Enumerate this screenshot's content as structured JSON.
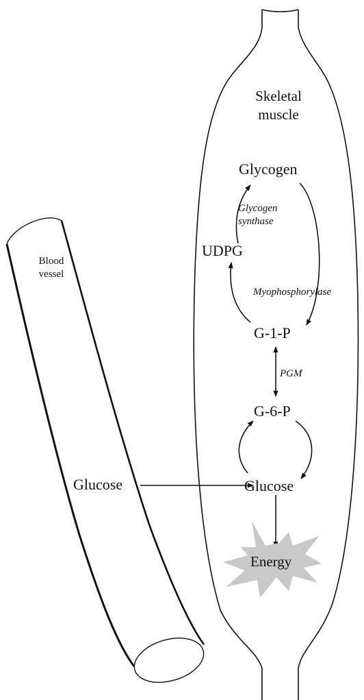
{
  "labels": {
    "skeletal_muscle_line1": "Skeletal",
    "skeletal_muscle_line2": "muscle",
    "blood_vessel_line1": "Blood",
    "blood_vessel_line2": "vessel",
    "glycogen": "Glycogen",
    "glycogen_synthase_line1": "Glycogen",
    "glycogen_synthase_line2": "synthase",
    "udpg": "UDPG",
    "myophosphorylase": "Myophosphorylase",
    "g1p": "G-1-P",
    "pgm": "PGM",
    "g6p": "G-6-P",
    "glucose_blood": "Glucose",
    "glucose_muscle": "Glucose",
    "energy": "Energy"
  },
  "colors": {
    "stroke": "#111111",
    "energy_burst": "#c8c8c8",
    "background": "#ffffff"
  }
}
